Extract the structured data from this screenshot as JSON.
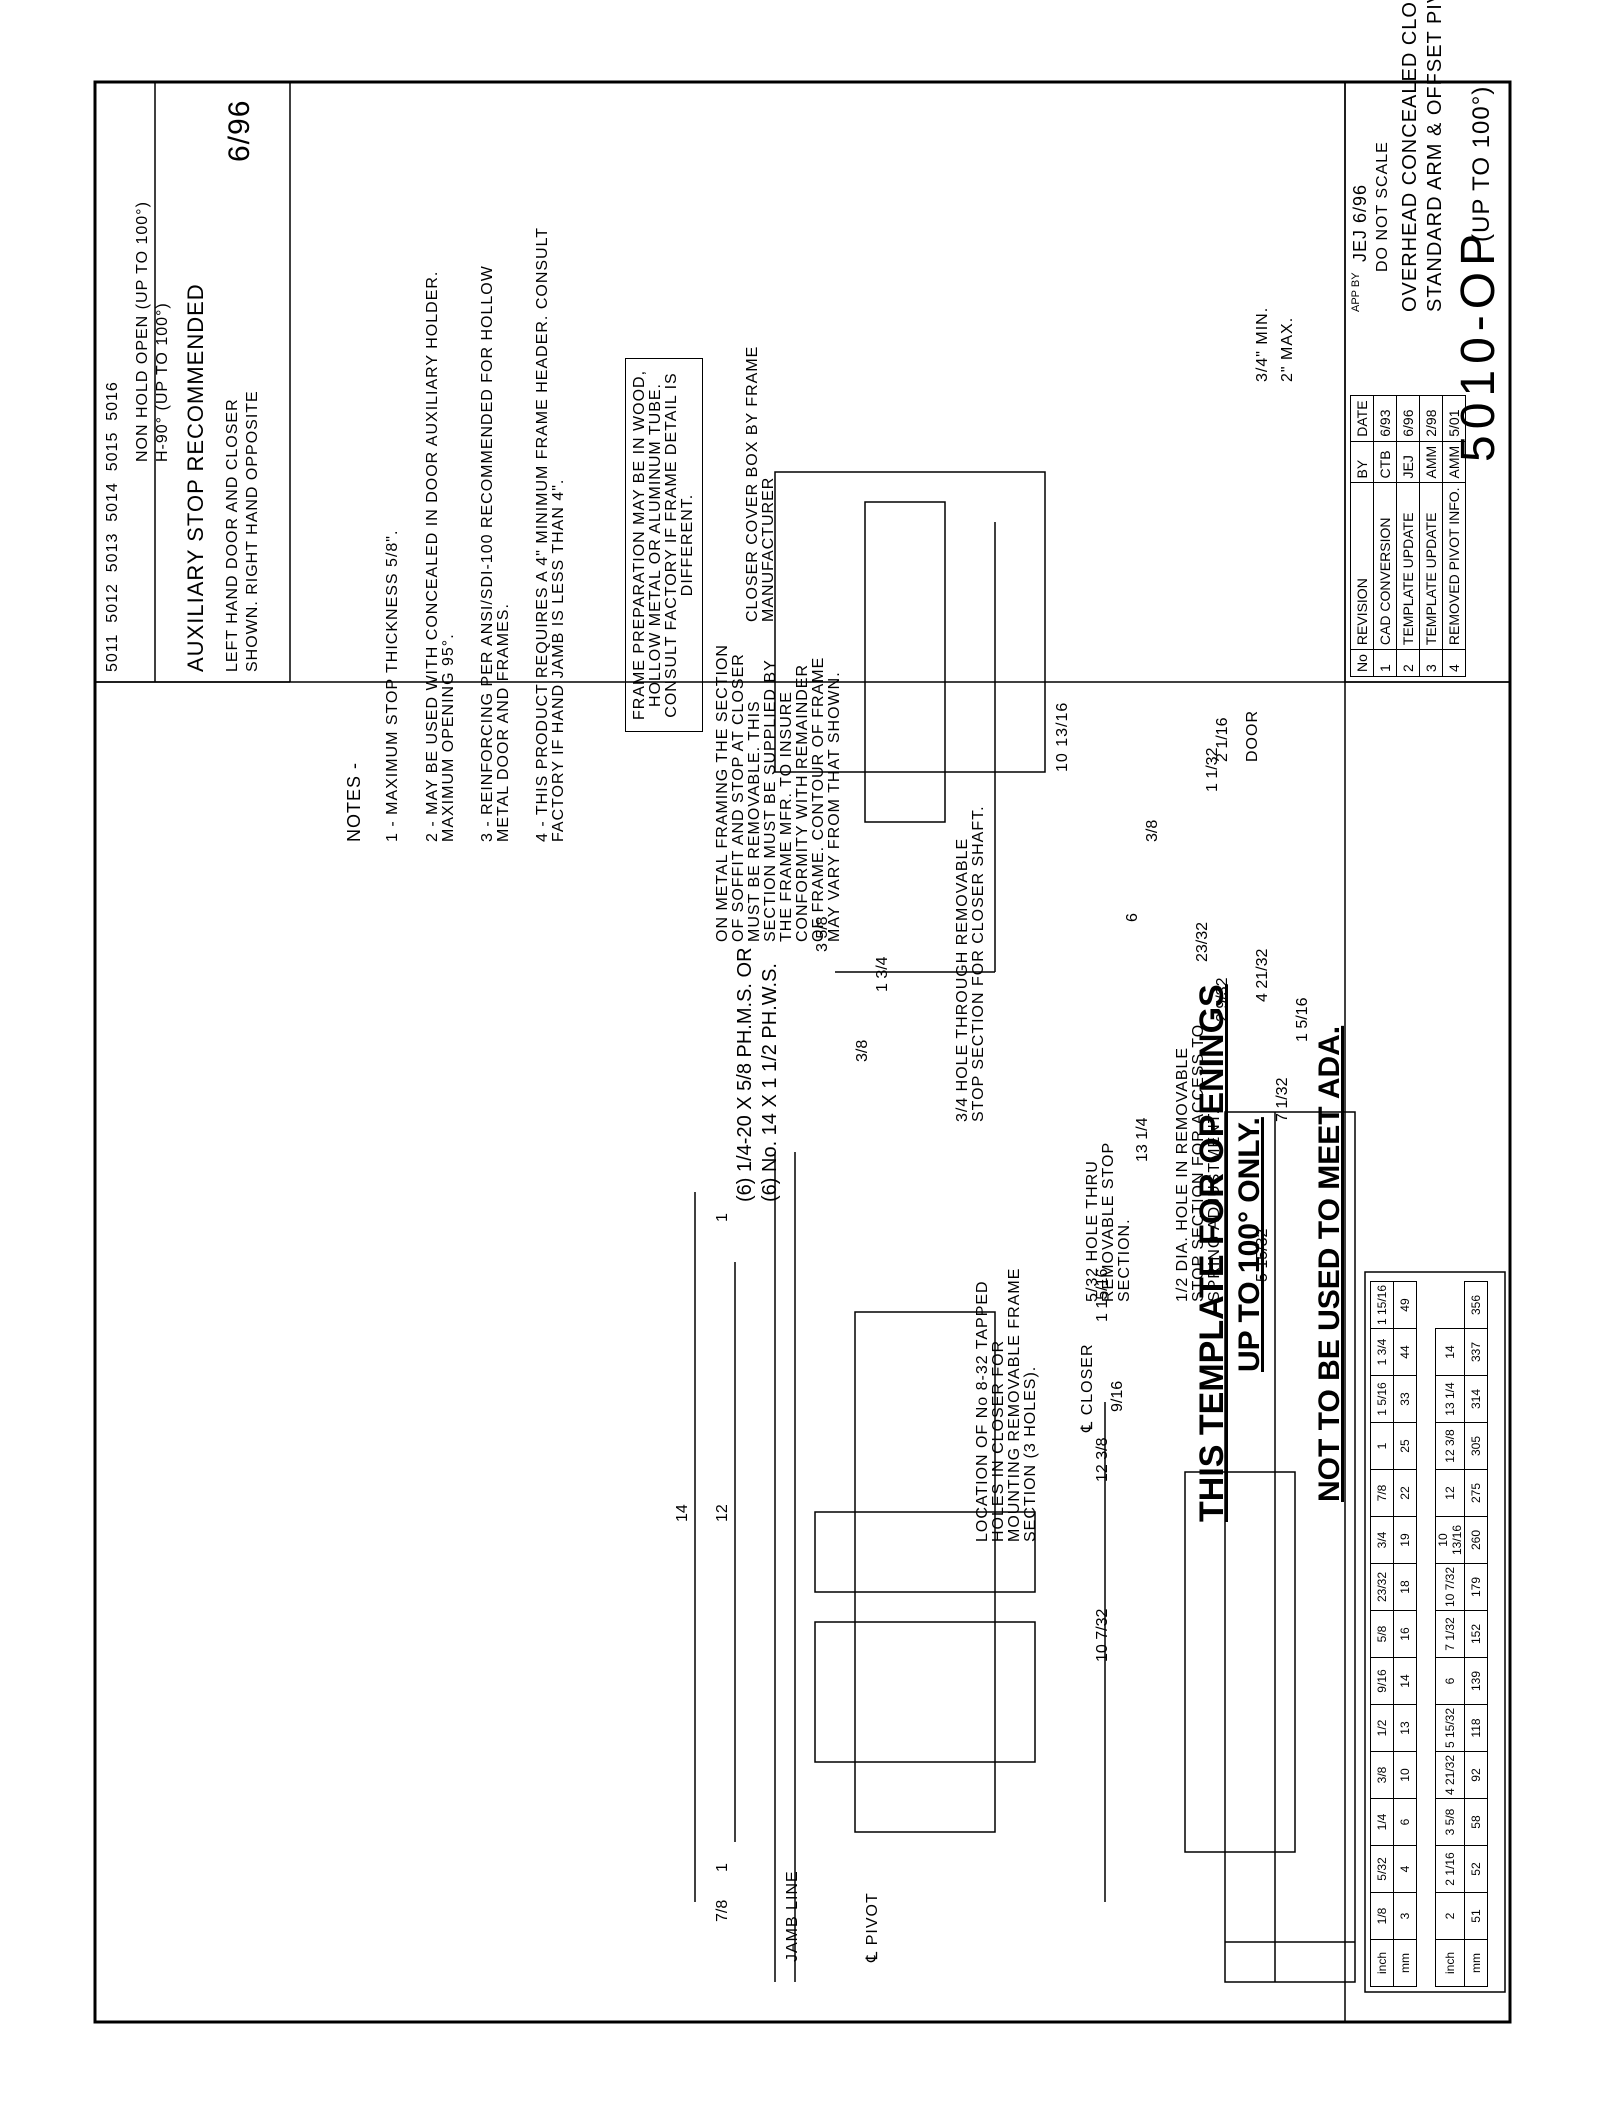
{
  "title_block": {
    "models": [
      "5011",
      "5012",
      "5013",
      "5014",
      "5015",
      "5016"
    ],
    "hold_open_1": "NON HOLD OPEN (UP TO 100°)",
    "hold_open_2": "H-90° (UP TO 100°)",
    "auxiliary": "AUXILIARY STOP RECOMMENDED",
    "hand_note_1": "LEFT HAND DOOR AND CLOSER",
    "hand_note_2": "SHOWN. RIGHT HAND OPPOSITE",
    "date": "6/96",
    "app_by": "APP BY",
    "approver": "JEJ 6/96",
    "do_not_scale": "DO NOT SCALE",
    "desc_1": "OVERHEAD CONCEALED CLOSER WITH",
    "desc_2": "STANDARD ARM & OFFSET PIVOTS",
    "part_number": "5010-OP",
    "part_suffix": "(UP TO 100°)"
  },
  "revisions": {
    "headers": [
      "No",
      "REVISION",
      "BY",
      "DATE"
    ],
    "rows": [
      [
        "1",
        "CAD CONVERSION",
        "CTB",
        "6/93"
      ],
      [
        "2",
        "TEMPLATE UPDATE",
        "JEJ",
        "6/96"
      ],
      [
        "3",
        "TEMPLATE UPDATE",
        "AMM",
        "2/98"
      ],
      [
        "4",
        "REMOVED PIVOT INFO.",
        "AMM",
        "5/01"
      ]
    ]
  },
  "notes": {
    "heading": "NOTES -",
    "items": [
      "1 - MAXIMUM STOP THICKNESS 5/8\".",
      "2 - MAY BE USED WITH CONCEALED IN DOOR AUXILIARY HOLDER. MAXIMUM OPENING 95°.",
      "3 - REINFORCING PER ANSI/SDI-100 RECOMMENDED FOR HOLLOW METAL DOOR AND FRAMES.",
      "4 - THIS PRODUCT REQUIRES A 4\" MINIMUM FRAME HEADER. CONSULT FACTORY IF HAND JAMB IS LESS THAN 4\"."
    ],
    "frame_prep": "FRAME PREPARATION MAY BE IN WOOD, HOLLOW METAL OR ALUMINUM TUBE. CONSULT FACTORY IF FRAME DETAIL IS DIFFERENT."
  },
  "section": {
    "cover_box": "CLOSER COVER BOX BY FRAME MANUFACTURER",
    "framing_note": "ON METAL FRAMING THE SECTION OF SOFFIT AND STOP AT CLOSER MUST BE REMOVABLE. THIS SECTION MUST BE SUPPLIED BY THE FRAME MFR. TO INSURE CONFORMITY WITH REMAINDER OF FRAME. CONTOUR OF FRAME MAY VARY FROM THAT SHOWN.",
    "min": "3/4\" MIN.",
    "max": "2\" MAX.",
    "dim_depth": "10 13/16"
  },
  "plan": {
    "hole_half": "1/2 DIA. HOLE IN REMOVABLE STOP SECTION FOR ACCESS TO SPRING ADJUSTMENT.",
    "hole_5_32": "5/32 HOLE THRU REMOVABLE STOP SECTION.",
    "closer_cl": "℄ CLOSER",
    "tapped_holes": "LOCATION OF No 8-32 TAPPED HOLES IN CLOSER FOR MOUNTING REMOVABLE FRAME SECTION (3 HOLES).",
    "hole_3_4": "3/4 HOLE THROUGH REMOVABLE STOP SECTION FOR CLOSER SHAFT.",
    "door": "DOOR",
    "dims": {
      "d_5_15_32": "5 15/32",
      "d_7_1_32": "7 1/32",
      "d_4_21_32": "4 21/32",
      "d_2_9_32": "2 9/32",
      "d_1_5_16": "1 5/16",
      "d_6": "6",
      "d_13_1_4": "13 1/4",
      "d_9_16": "9/16",
      "d_1_1_32": "1 1/32",
      "d_2_1_16": "2 1/16",
      "d_23_32": "23/32",
      "d_3_8": "3/8"
    }
  },
  "elevation": {
    "pivot": "℄ PIVOT",
    "jamb": "JAMB LINE",
    "screws_1": "(6) 1/4-20 X 5/8 PH.M.S. OR",
    "screws_2": "(6) No. 14 X 1 1/2 PH.W.S.",
    "dims": {
      "d_14": "14",
      "d_12": "12",
      "d_1a": "1",
      "d_1b": "1",
      "d_10_7_32": "10 7/32",
      "d_12_3_8": "12 3/8",
      "d_1_15_16": "1 15/16",
      "d_7_8": "7/8",
      "d_3_5_8": "3 5/8",
      "d_1_3_4": "1 3/4",
      "d_3_8": "3/8"
    }
  },
  "warnings": {
    "line1": "THIS TEMPLATE FOR OPENINGS",
    "line2": "UP TO 100° ONLY.",
    "line3": "NOT TO BE USED TO MEET ADA."
  },
  "conversion": {
    "table1": {
      "inch": [
        "inch",
        "1/8",
        "5/32",
        "1/4",
        "3/8",
        "1/2",
        "9/16",
        "5/8",
        "23/32",
        "3/4",
        "7/8",
        "1",
        "1 5/16",
        "1 3/4",
        "1 15/16"
      ],
      "mm": [
        "mm",
        "3",
        "4",
        "6",
        "10",
        "13",
        "14",
        "16",
        "18",
        "19",
        "22",
        "25",
        "33",
        "44",
        "49"
      ]
    },
    "table2": {
      "inch": [
        "inch",
        "2",
        "2 1/16",
        "3 5/8",
        "4 21/32",
        "5 15/32",
        "6",
        "7 1/32",
        "10 7/32",
        "10 13/16",
        "12",
        "12 3/8",
        "13 1/4",
        "14"
      ],
      "mm": [
        "mm",
        "51",
        "52",
        "58",
        "92",
        "118",
        "139",
        "152",
        "179",
        "260",
        "275",
        "305",
        "314",
        "337",
        "356"
      ]
    }
  }
}
